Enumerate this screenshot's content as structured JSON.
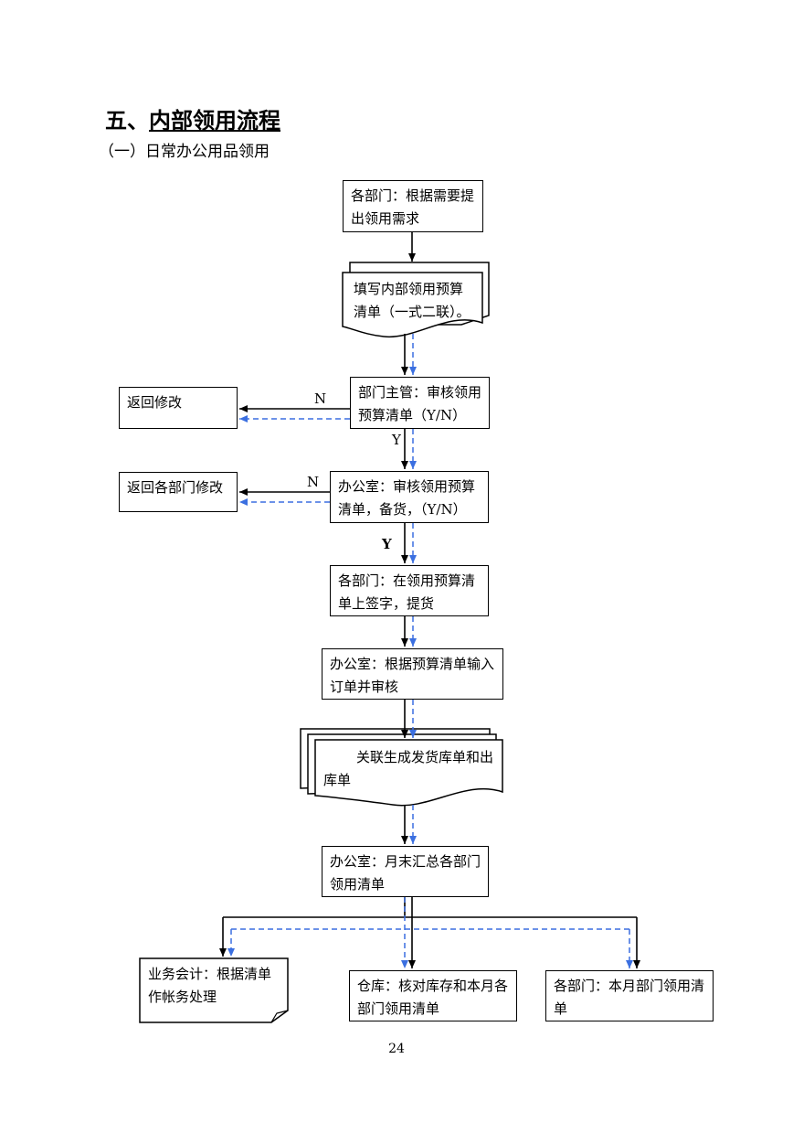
{
  "header": {
    "title_prefix": "五、",
    "title_main": "内部领用流程",
    "subtitle": "（一）日常办公用品领用"
  },
  "nodes": {
    "n1": "各部门：根据需要提出领用需求",
    "n2": "填写内部领用预算清单（一式二联）。",
    "n3": "部门主管：审核领用预算清单（Y/N）",
    "n4": "办公室：审核领用预算清单，备货，（Y/N）",
    "n5": "各部门：在领用预算清单上签字，提货",
    "n6": "办公室：根据预算清单输入订单并审核",
    "n7": "关联生成发货库单和出库单",
    "n8": "办公室：月末汇总各部门领用清单",
    "n9": "业务会计：根据清单作帐务处理",
    "n10": "仓库：核对库存和本月各部门领用清单",
    "n11": "各部门：本月部门领用清单",
    "r1": "返回修改",
    "r2": "返回各部门修改"
  },
  "labels": {
    "n_1": "N",
    "y_1": "Y",
    "n_2": "N",
    "y_2": "Y"
  },
  "page_number": "24",
  "colors": {
    "solid_arrow": "#000000",
    "dashed_arrow": "#3b6fe0"
  }
}
